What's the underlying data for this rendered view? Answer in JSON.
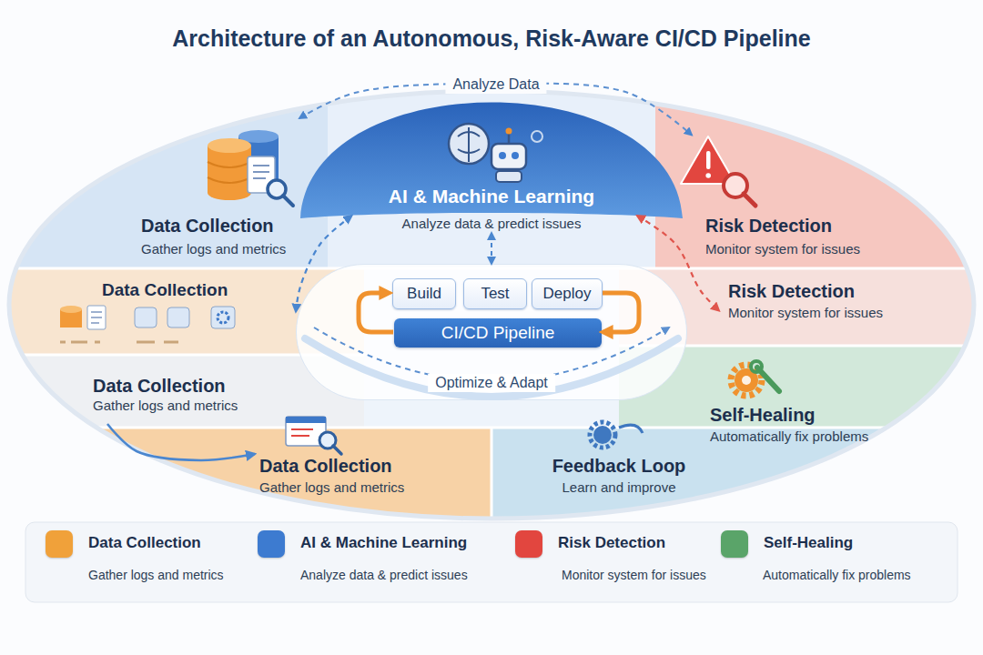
{
  "diagram": {
    "title": "Architecture of an Autonomous, Risk-Aware CI/CD Pipeline",
    "nodes": [
      {
        "text": [
          "Data Collection",
          "Gather logs and metrics"
        ]
      },
      {
        "text": [
          "AI & Machine Learning",
          "Analyze data & predict issues"
        ]
      },
      {
        "text": [
          "Risk Detection",
          "Monitor system for issues"
        ]
      },
      {
        "text": [
          "Data Collection"
        ]
      },
      {
        "text": [
          "CI/CD Pipeline"
        ]
      },
      {
        "text": [
          "Build"
        ],
        "in": 4
      },
      {
        "text": [
          "Test"
        ],
        "in": 4
      },
      {
        "text": [
          "Deploy"
        ],
        "in": 4
      },
      {
        "text": [
          "Risk Detection",
          "Monitor system for issues"
        ]
      },
      {
        "text": [
          "Data Collection",
          "Gather logs and metrics"
        ]
      },
      {
        "text": [
          "Self-Healing",
          "Automatically fix problems"
        ]
      },
      {
        "text": [
          "Data Collection",
          "Gather logs and metrics"
        ]
      },
      {
        "text": [
          "Feedback Loop",
          "Learn and improve"
        ]
      }
    ],
    "edges": [
      {
        "from": 0,
        "to": 2,
        "arrow": "both",
        "label": "Analyze Data"
      },
      {
        "from": 1,
        "to": 4,
        "arrow": "both"
      },
      {
        "from": 4,
        "to": 1,
        "arrow": "both"
      },
      {
        "from": 1,
        "to": 8,
        "arrow": "both"
      },
      {
        "from": 9,
        "to": 11,
        "arrow": "to"
      }
    ],
    "labels": [
      "Optimize & Adapt",
      "Gather logs and metrics",
      "Analyze data & predict issues",
      "Monitor system for issues",
      "Automatically fix problems"
    ],
    "legend": [
      {
        "text": "Data Collection",
        "color": "#f0a13a"
      },
      {
        "text": "AI & Machine Learning",
        "color": "#3d7bd0"
      },
      {
        "text": "Risk Detection",
        "color": "#e2463f"
      },
      {
        "text": "Self-Healing",
        "color": "#5aa469"
      }
    ]
  }
}
